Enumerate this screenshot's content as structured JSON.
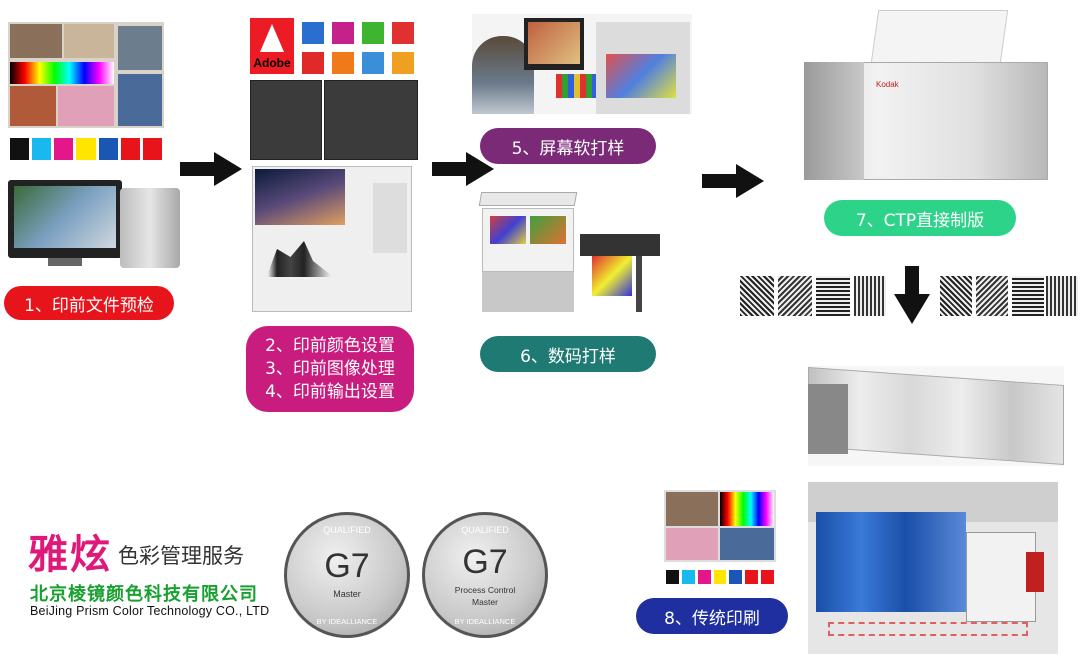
{
  "steps": {
    "s1": "1、印前文件预检",
    "s234": [
      "2、印前颜色设置",
      "3、印前图像处理",
      "4、印前输出设置"
    ],
    "s5": "5、屏幕软打样",
    "s6": "6、数码打样",
    "s7": "7、CTP直接制版",
    "s8": "8、传统印刷"
  },
  "colors": {
    "s1": "#e8141c",
    "s234": "#c81d7e",
    "s5": "#7b2a78",
    "s6": "#1f7a73",
    "s7": "#2ed38a",
    "s8": "#1f2fa0"
  },
  "adobe": {
    "label": "Adobe"
  },
  "brand": {
    "name_main": "雅炫",
    "name_sub": "色彩管理服务",
    "company_cn": "北京棱镜颜色科技有限公司",
    "company_en": "BeiJing Prism Color Technology CO., LTD"
  },
  "badges": [
    {
      "top": "QUALIFIED",
      "logo": "G7",
      "line1": "Master",
      "line2": "",
      "bottom": "BY IDEALLIANCE"
    },
    {
      "top": "QUALIFIED",
      "logo": "G7",
      "line1": "Process Control",
      "line2": "Master",
      "bottom": "BY IDEALLIANCE"
    }
  ],
  "ctp_brand": "Kodak"
}
